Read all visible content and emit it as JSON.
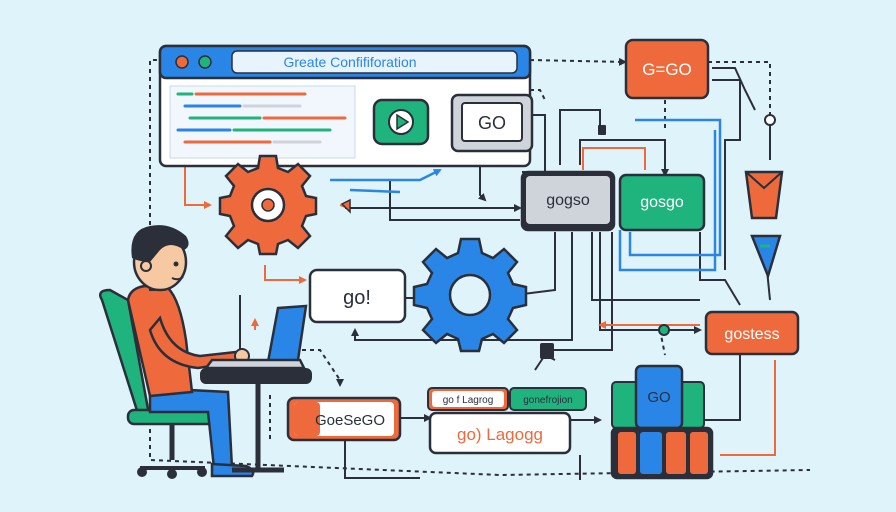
{
  "window": {
    "title": "Greate Confififoration"
  },
  "boxes": {
    "go_top": "GO",
    "g_eq_go": "G=GO",
    "gogso": "gogso",
    "gosgo": "gosgo",
    "go_bang": "go!",
    "gostess": "gostess",
    "goesego": "GoeSeGO",
    "gof_lagrog": "go f Lagrog",
    "gonefrojion": "gonefrojion",
    "go_lagogg": "go) Lagogg",
    "go_stack": "GO"
  },
  "colors": {
    "background": "#dff3fb",
    "outline": "#2b2f3a",
    "orange": "#ee6a3c",
    "green": "#1fb37e",
    "blue": "#2a86e6",
    "gray": "#cfd3da",
    "window_titlebar": "#2a86e6"
  },
  "icons": [
    "play-icon",
    "gear-icon",
    "gear-icon",
    "laptop-icon",
    "chair-icon",
    "cup-icon",
    "person-icon"
  ]
}
